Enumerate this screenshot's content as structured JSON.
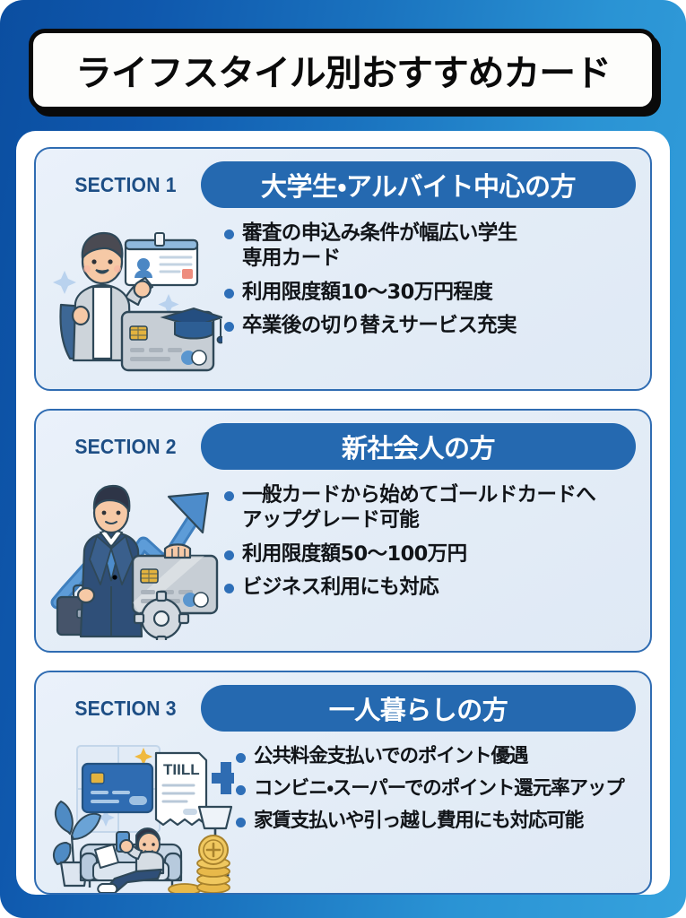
{
  "title": "ライフスタイル別おすすめカード",
  "colors": {
    "bg_gradient_start": "#0b4ea0",
    "bg_gradient_end": "#36a2dd",
    "panel": "#ffffff",
    "card_bg": "#e7effa",
    "card_border": "#2f6cb2",
    "pill": "#2569b0",
    "section_label": "#1d4e85",
    "bullet_dot": "#2e6fb8",
    "bullet_text": "#111418",
    "title_text": "#0a0a0a"
  },
  "sections": [
    {
      "label": "SECTION 1",
      "heading": "大学生・アルバイト中心の方",
      "illustration": "student-with-id-card-and-graduation-credit-card",
      "bullets": [
        "審査の申込み条件が幅広い学生\n専用カード",
        "利用限度額10〜30万円程度",
        "卒業後の切り替えサービス充実"
      ]
    },
    {
      "label": "SECTION 2",
      "heading": "新社会人の方",
      "illustration": "businessman-with-briefcase-growth-arrow-credit-card-gear",
      "bullets": [
        "一般カードから始めてゴールドカードへ\nアップグレード可能",
        "利用限度額50〜100万円",
        "ビジネス利用にも対応"
      ]
    },
    {
      "label": "SECTION 3",
      "heading": "一人暮らしの方",
      "illustration": "person-on-sofa-with-phone-receipt-coins-plant-lamp",
      "illustration_receipt_label": "TIILL",
      "bullets": [
        "公共料金支払いでのポイント優遇",
        "コンビニ・スーパーでのポイント還元率アップ",
        "家賃支払いや引っ越し費用にも対応可能"
      ]
    }
  ]
}
